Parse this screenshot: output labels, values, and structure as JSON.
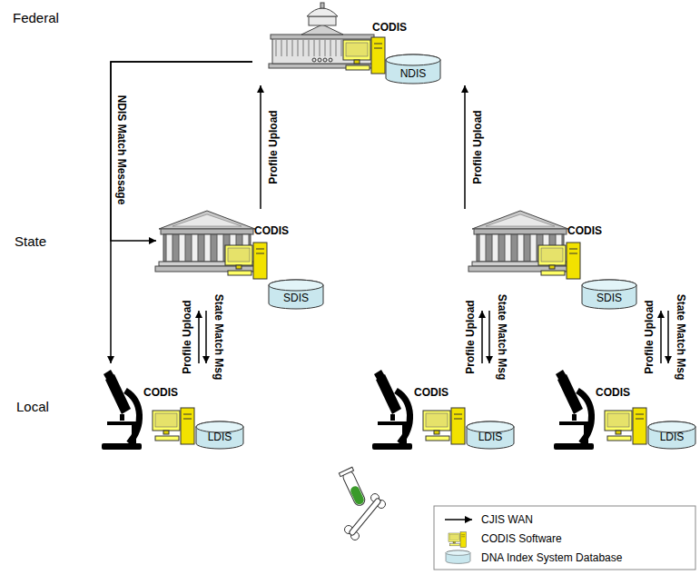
{
  "diagram": {
    "nodes": [
      {
        "text": [
          "CODIS",
          "NDIS"
        ]
      },
      {
        "text": [
          "CODIS",
          "SDIS"
        ]
      },
      {
        "text": [
          "CODIS",
          "SDIS"
        ]
      },
      {
        "text": [
          "CODIS",
          "LDIS"
        ]
      },
      {
        "text": [
          "CODIS",
          "LDIS"
        ]
      },
      {
        "text": [
          "CODIS",
          "LDIS"
        ]
      }
    ],
    "edges": [
      {
        "from": 0,
        "to": 1,
        "arrow": "to",
        "label": "NDIS Match Message"
      },
      {
        "from": 0,
        "to": 3,
        "arrow": "to"
      },
      {
        "from": 1,
        "to": 0,
        "arrow": "to",
        "label": "Profile Upload"
      },
      {
        "from": 2,
        "to": 0,
        "arrow": "to",
        "label": "Profile Upload"
      },
      {
        "from": 3,
        "to": 1,
        "arrow": "to",
        "label": "Profile Upload"
      },
      {
        "from": 1,
        "to": 3,
        "arrow": "to",
        "label": "State Match Msg"
      },
      {
        "from": 4,
        "to": 2,
        "arrow": "to",
        "label": "Profile Upload"
      },
      {
        "from": 2,
        "to": 4,
        "arrow": "to",
        "label": "State Match Msg"
      },
      {
        "from": 5,
        "to": 2,
        "arrow": "to",
        "label": "Profile Upload"
      },
      {
        "from": 2,
        "to": 5,
        "arrow": "to",
        "label": "State Match Msg"
      }
    ],
    "labels": [
      "Federal",
      "State",
      "Local"
    ],
    "legend": [
      {
        "text": "CJIS WAN"
      },
      {
        "text": "CODIS Software"
      },
      {
        "text": "DNA Index System Database"
      }
    ]
  }
}
